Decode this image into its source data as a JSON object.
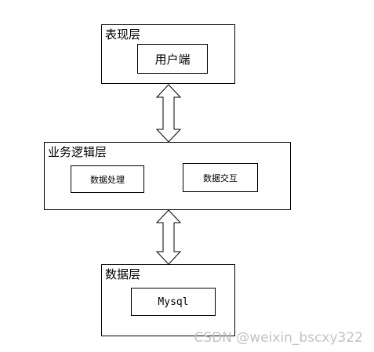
{
  "diagram": {
    "presentation": {
      "title": "表现层",
      "box_label": "用户端"
    },
    "business": {
      "title": "业务逻辑层",
      "left_box_label": "数据处理",
      "right_box_label": "数据交互"
    },
    "data": {
      "title": "数据层",
      "box_label": "Mysql"
    },
    "connectors": [
      "bidirectional-arrow",
      "bidirectional-arrow"
    ]
  },
  "watermark": "CSDN @weixin_bscxy322"
}
